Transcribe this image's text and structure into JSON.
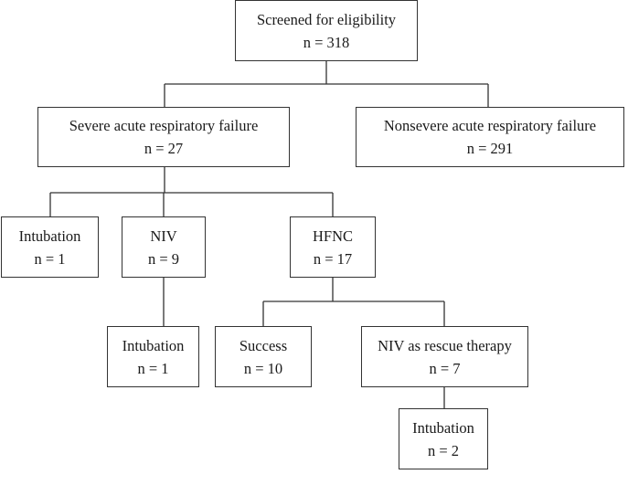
{
  "flowchart": {
    "screened": {
      "title": "Screened for eligibility",
      "count": "n = 318"
    },
    "severe": {
      "title": "Severe acute respiratory failure",
      "count": "n = 27"
    },
    "nonsevere": {
      "title": "Nonsevere acute respiratory failure",
      "count": "n = 291"
    },
    "intubation_direct": {
      "title": "Intubation",
      "count": "n = 1"
    },
    "niv": {
      "title": "NIV",
      "count": "n = 9"
    },
    "hfnc": {
      "title": "HFNC",
      "count": "n = 17"
    },
    "niv_intubation": {
      "title": "Intubation",
      "count": "n = 1"
    },
    "hfnc_success": {
      "title": "Success",
      "count": "n = 10"
    },
    "hfnc_rescue": {
      "title": "NIV as rescue therapy",
      "count": "n = 7"
    },
    "rescue_intubation": {
      "title": "Intubation",
      "count": "n = 2"
    }
  }
}
